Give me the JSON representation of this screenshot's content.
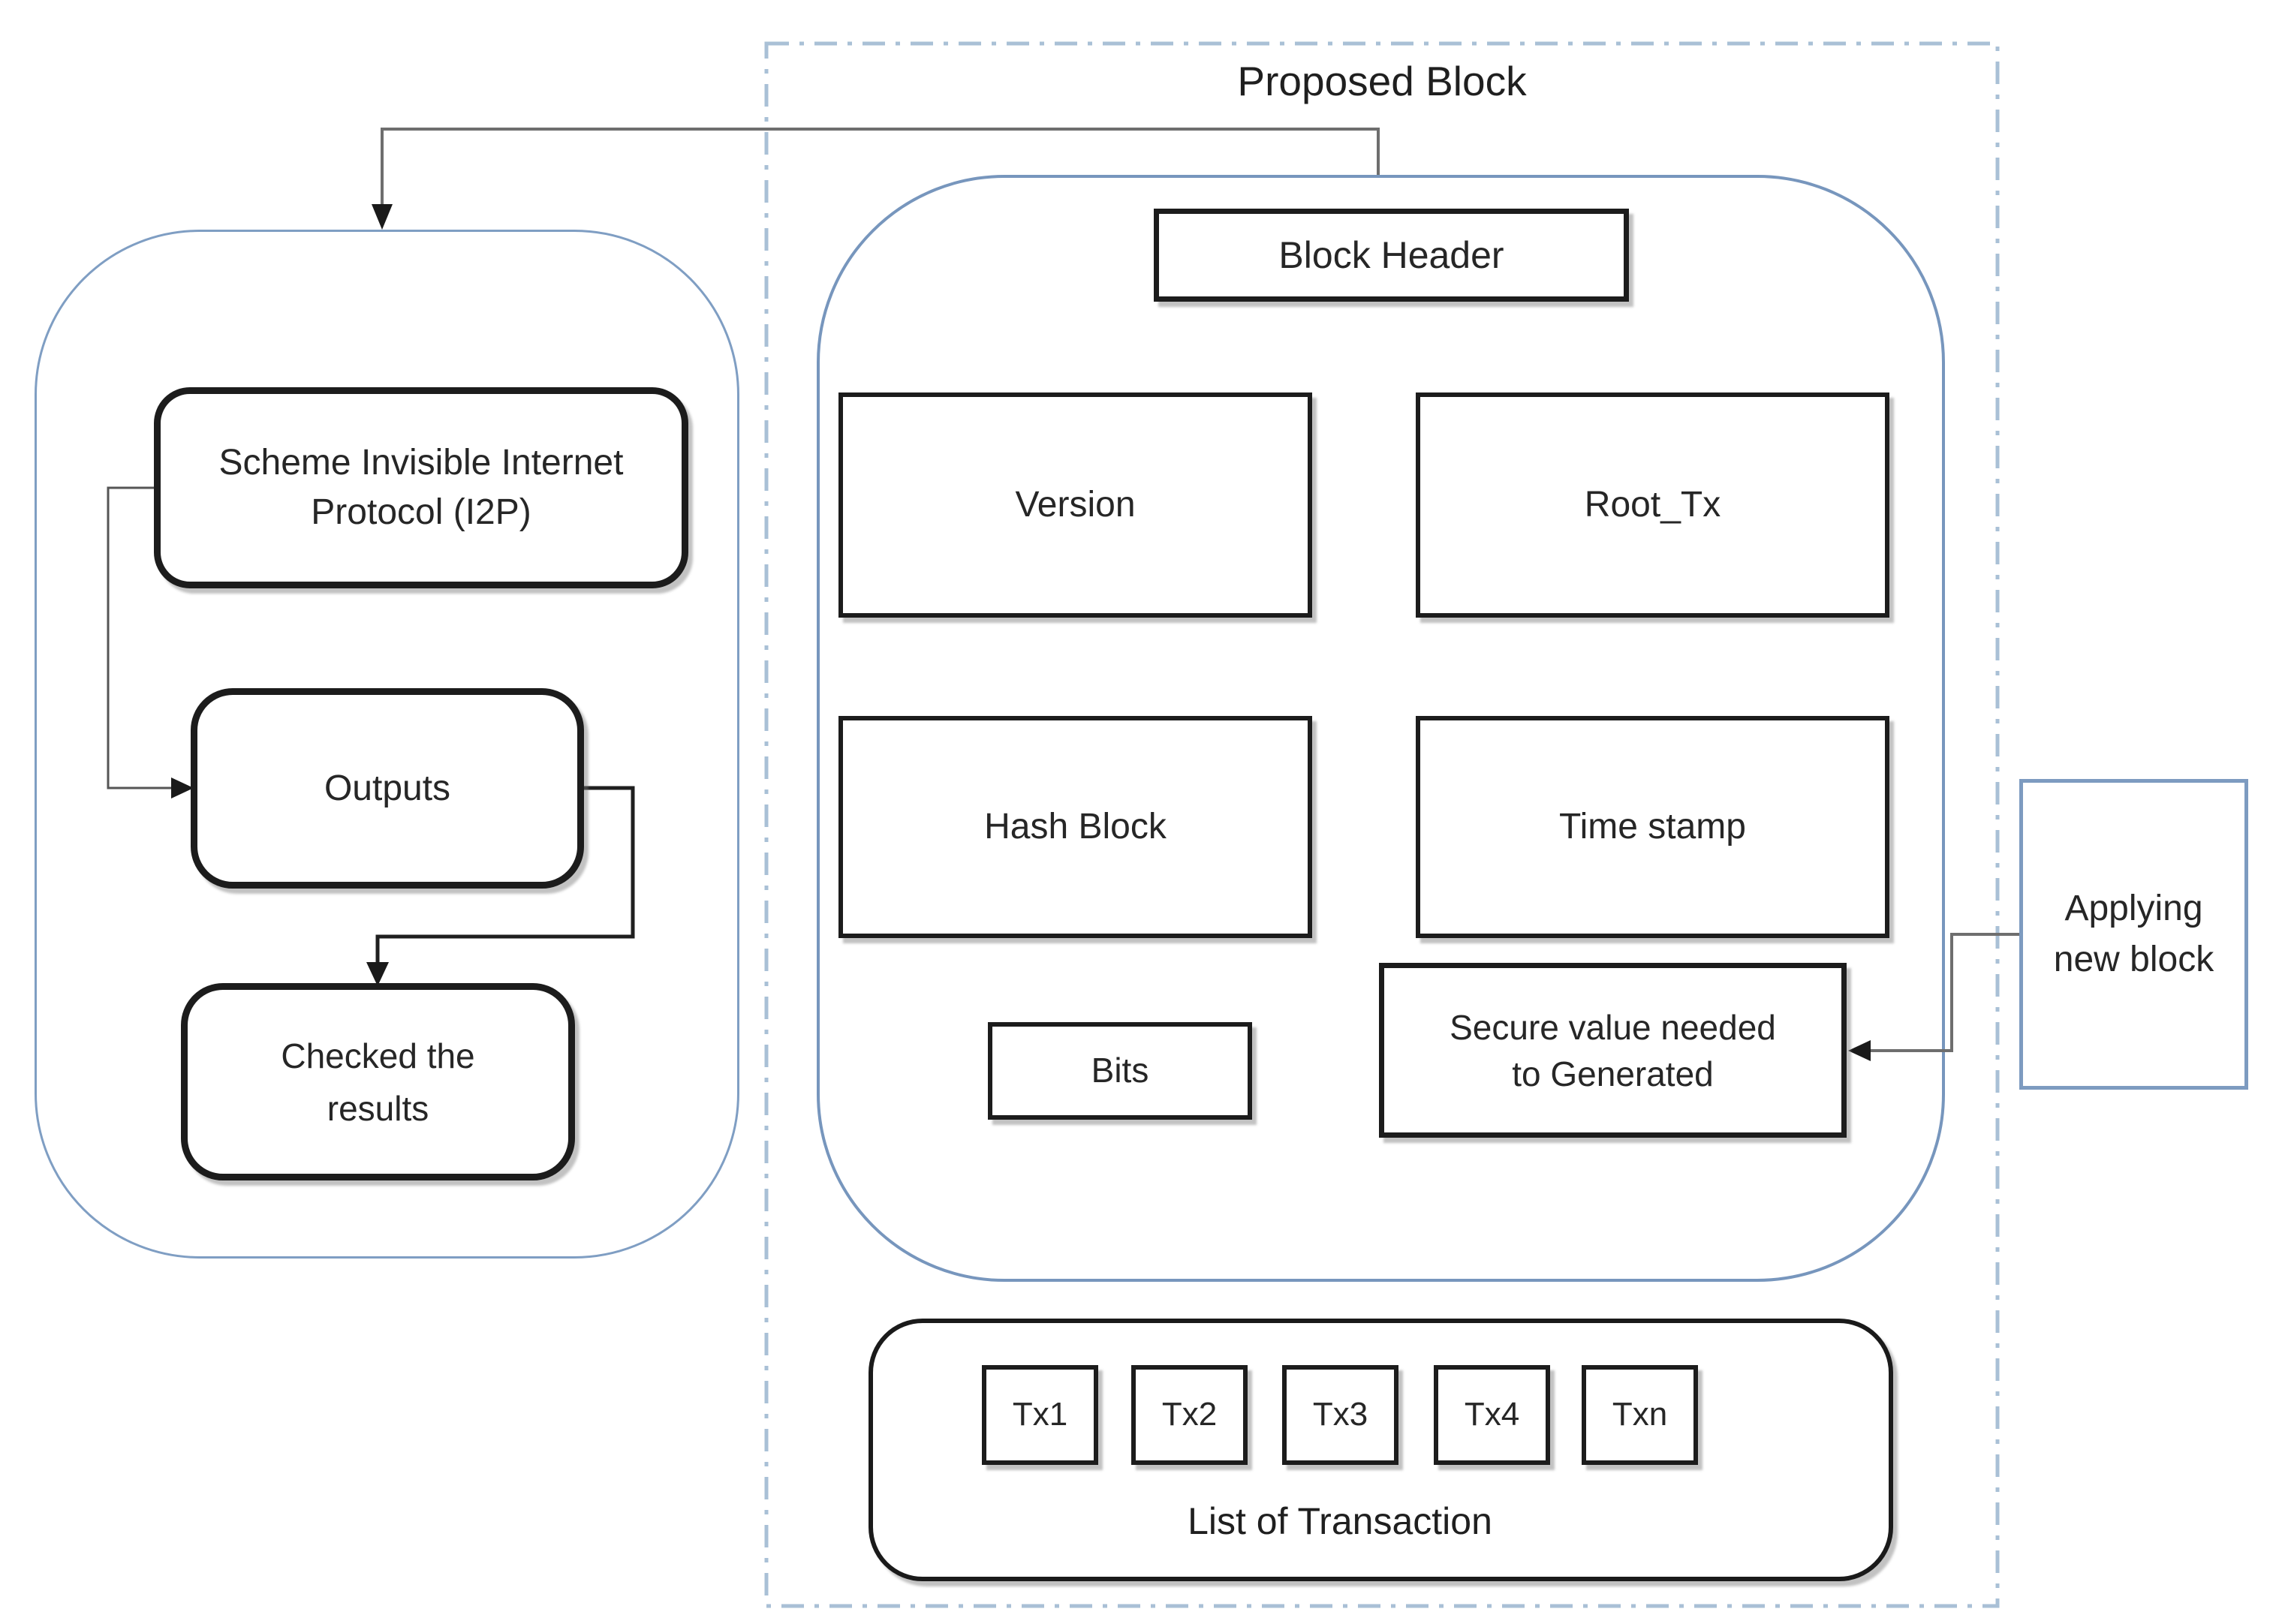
{
  "title": "Proposed Block",
  "left_group": {
    "i2p": {
      "label": "Scheme Invisible Internet Protocol (I2P)",
      "lines": [
        "Scheme Invisible Internet",
        "Protocol (I2P)"
      ]
    },
    "outputs": {
      "label": "Outputs"
    },
    "checked": {
      "label": "Checked the results",
      "lines": [
        "Checked the",
        "results"
      ]
    }
  },
  "block": {
    "header": {
      "label": "Block Header"
    },
    "fields": {
      "version": {
        "label": "Version"
      },
      "root_tx": {
        "label": "Root_Tx"
      },
      "hash_block": {
        "label": "Hash Block"
      },
      "time_stamp": {
        "label": "Time stamp"
      },
      "bits": {
        "label": "Bits"
      },
      "secure_value": {
        "label": "Secure value needed to Generated",
        "lines": [
          "Secure value needed",
          "to Generated"
        ]
      }
    }
  },
  "transactions": {
    "items": [
      "Tx1",
      "Tx2",
      "Tx3",
      "Tx4",
      "Txn"
    ],
    "caption": "List of Transaction"
  },
  "applying_new_block": {
    "label": "Applying new block",
    "lines": [
      "Applying",
      "new block"
    ]
  },
  "colors": {
    "dashed_border_blue": "#a9c0d6",
    "group_border_blue": "#7796bd",
    "connector_gray": "#6e6e6e",
    "box_border_black": "#1c1c1c"
  }
}
